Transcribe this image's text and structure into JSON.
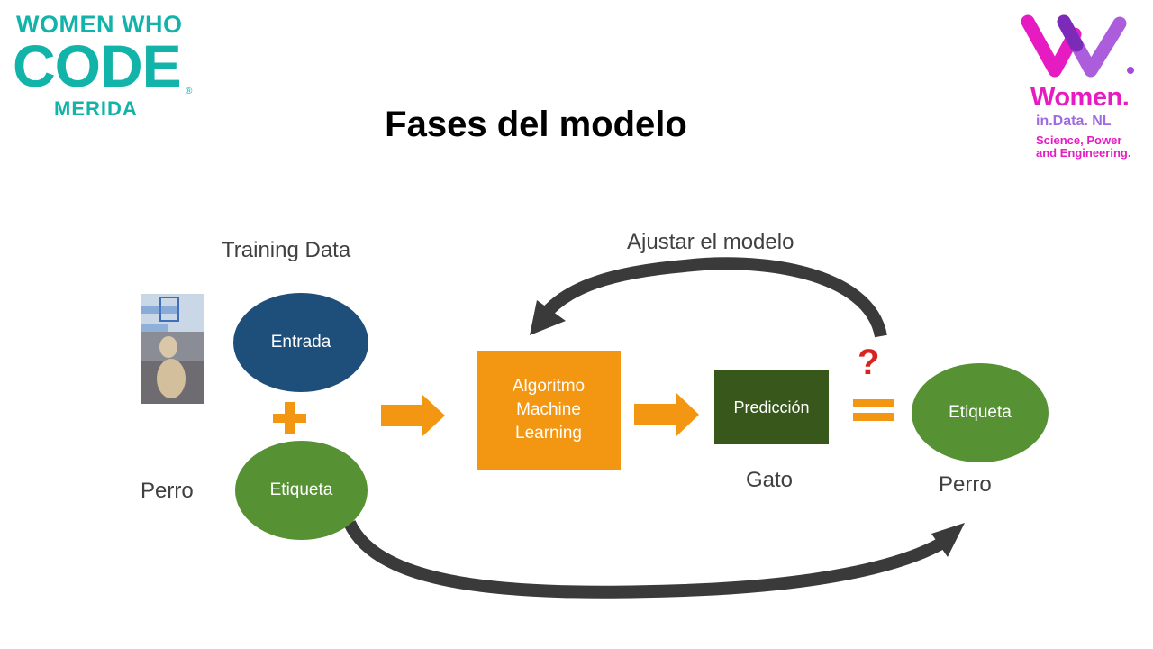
{
  "logos": {
    "left": {
      "line1": "WOMEN WHO",
      "line2": "CODE",
      "line3": "MERIDA",
      "registered": "®"
    },
    "right": {
      "line1": "Women.",
      "line2": "in.Data. NL",
      "line3": "Science, Power",
      "line4": "and Engineering."
    }
  },
  "title": "Fases del modelo",
  "diagram": {
    "training_data_label": "Training Data",
    "entrada": "Entrada",
    "plus": "+",
    "perro_left": "Perro",
    "etiqueta_left": "Etiqueta",
    "algorithm_lines": [
      "Algoritmo",
      "Machine",
      "Learning"
    ],
    "prediccion": "Predicción",
    "gato": "Gato",
    "question": "?",
    "etiqueta_right": "Etiqueta",
    "perro_right": "Perro",
    "ajustar": "Ajustar el modelo"
  },
  "colors": {
    "teal": "#12b3a8",
    "magenta": "#e61cc2",
    "navy": "#1e4f7b",
    "green": "#569134",
    "dark_green": "#38571a",
    "orange": "#f39611",
    "arrow_gray": "#3a3a3a",
    "question_red": "#d9231f"
  }
}
